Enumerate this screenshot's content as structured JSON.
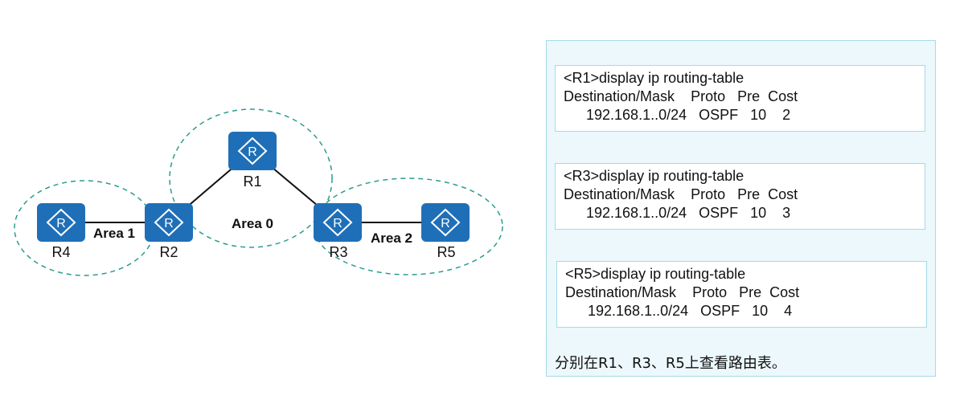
{
  "diagram": {
    "routers": [
      {
        "id": "R1",
        "label": "R1"
      },
      {
        "id": "R2",
        "label": "R2"
      },
      {
        "id": "R3",
        "label": "R3"
      },
      {
        "id": "R4",
        "label": "R4"
      },
      {
        "id": "R5",
        "label": "R5"
      }
    ],
    "router_icon_letter": "R",
    "areas": [
      {
        "id": "area0",
        "label": "Area 0"
      },
      {
        "id": "area1",
        "label": "Area 1"
      },
      {
        "id": "area2",
        "label": "Area 2"
      }
    ],
    "links": [
      {
        "from": "R4",
        "to": "R2"
      },
      {
        "from": "R2",
        "to": "R1"
      },
      {
        "from": "R1",
        "to": "R3"
      },
      {
        "from": "R3",
        "to": "R5"
      }
    ],
    "colors": {
      "router": "#1f6fb8",
      "area_border": "#2a9d8f",
      "panel_bg": "#ecf8fb",
      "panel_border": "#a6dbe6"
    }
  },
  "panel": {
    "outputs": [
      {
        "command": "<R1>display ip routing-table",
        "header": "Destination/Mask    Proto   Pre  Cost",
        "row": "192.168.1..0/24   OSPF   10    2"
      },
      {
        "command": "<R3>display ip routing-table",
        "header": "Destination/Mask    Proto   Pre  Cost",
        "row": "192.168.1..0/24   OSPF   10    3"
      },
      {
        "command": "<R5>display ip routing-table",
        "header": "Destination/Mask    Proto   Pre  Cost",
        "row": "192.168.1..0/24   OSPF   10    4"
      }
    ],
    "caption": "分别在R1、R3、R5上查看路由表。"
  }
}
